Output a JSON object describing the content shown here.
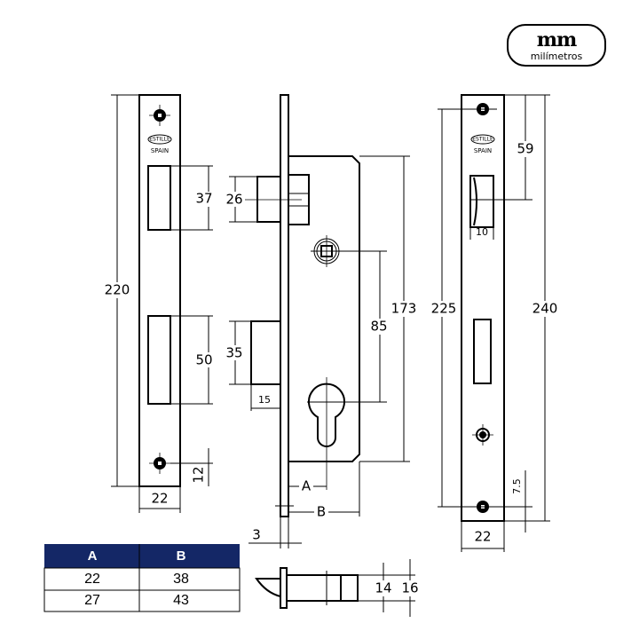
{
  "logo": {
    "mark": "mm",
    "name": "milímetros"
  },
  "brand": {
    "badge": "ESTILLE",
    "origin": "SPAIN"
  },
  "front_view": {
    "height": "220",
    "slot_top": "37",
    "slot_bottom": "50",
    "hole_offset": "12",
    "width": "22"
  },
  "side_view": {
    "latch": "26",
    "bolt": "35",
    "bolt_throw": "15",
    "center_distance": "85",
    "case_height": "173",
    "backset": "A",
    "case_depth": "B",
    "faceplate": "3"
  },
  "strike_view": {
    "hole_spacing": "225",
    "height": "240",
    "slot_offset": "59",
    "slot_width": "10",
    "hole_offset": "7.5",
    "width": "22"
  },
  "top_view": {
    "inner": "14",
    "outer": "16"
  },
  "table": {
    "header_color": "#142766",
    "columns": [
      "A",
      "B"
    ],
    "rows": [
      [
        "22",
        "38"
      ],
      [
        "27",
        "43"
      ]
    ]
  }
}
